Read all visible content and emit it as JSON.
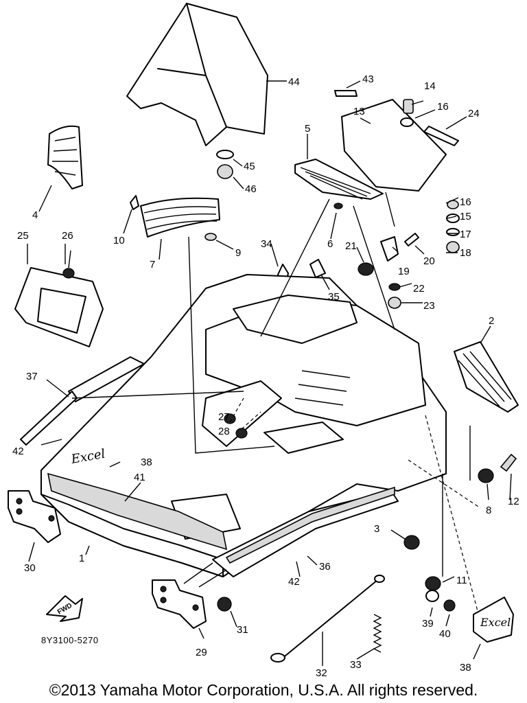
{
  "diagram": {
    "code": "8Y3100-5270",
    "copyright": "©2013 Yamaha Motor Corporation, U.S.A. All rights reserved.",
    "fwd_label": "FWD",
    "callouts": [
      "44",
      "43",
      "14",
      "16",
      "13",
      "24",
      "4",
      "45",
      "46",
      "5",
      "16",
      "15",
      "17",
      "18",
      "10",
      "6",
      "7",
      "9",
      "34",
      "21",
      "19",
      "20",
      "25",
      "26",
      "22",
      "35",
      "23",
      "2",
      "37",
      "27",
      "28",
      "42",
      "38",
      "41",
      "8",
      "12",
      "3",
      "1",
      "30",
      "36",
      "42",
      "11",
      "29",
      "31",
      "39",
      "40",
      "38",
      "32",
      "33"
    ]
  }
}
